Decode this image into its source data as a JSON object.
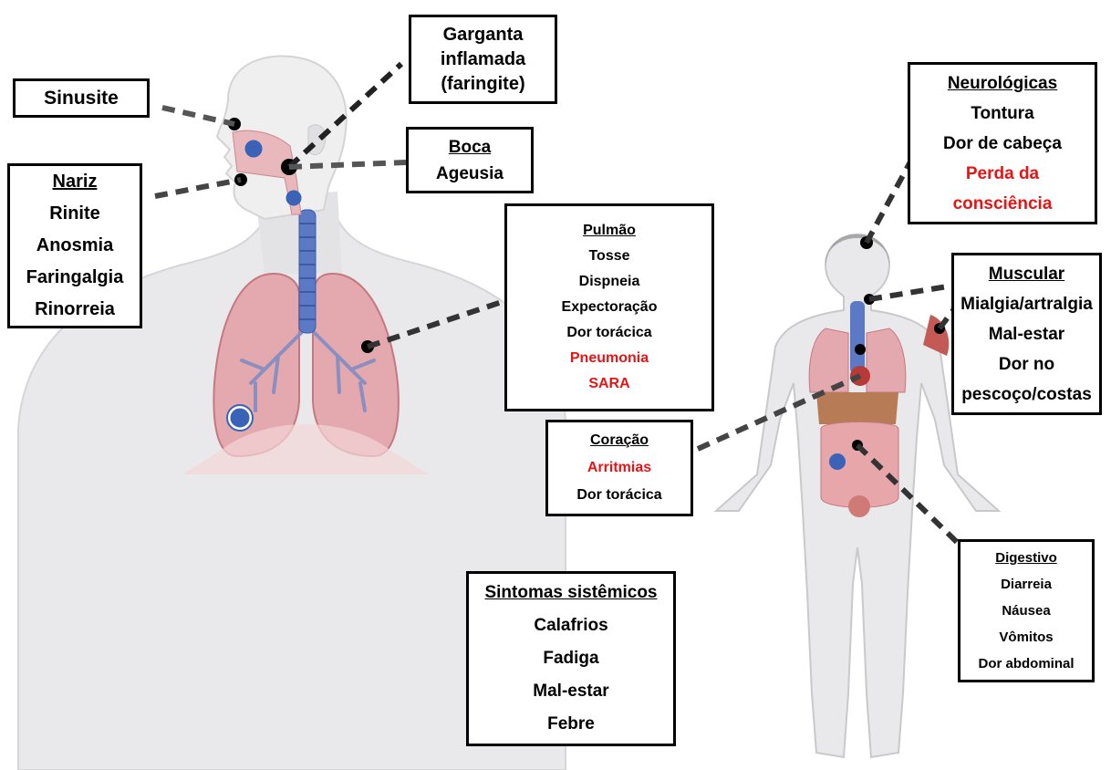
{
  "colors": {
    "severe": "#e81414",
    "connector": "#222222",
    "organ": "#c77a80",
    "trachea": "#5b79c4",
    "virus": "#3a63b8",
    "skin": "#e8e8ea"
  },
  "boxes": {
    "sinusite": {
      "title": "Sinusite"
    },
    "garganta": {
      "lines": [
        "Garganta",
        "inflamada",
        "(faringite)"
      ]
    },
    "nariz": {
      "title": "Nariz",
      "items": [
        "Rinite",
        "Anosmia",
        "Faringalgia",
        "Rinorreia"
      ]
    },
    "boca": {
      "title": "Boca",
      "items": [
        "Ageusia"
      ]
    },
    "pulmao": {
      "title": "Pulmão",
      "items": [
        "Tosse",
        "Dispneia",
        "Expectoração",
        "Dor torácica"
      ],
      "severe": [
        "Pneumonia",
        "SARA"
      ]
    },
    "coracao": {
      "title": "Coração",
      "severe": [
        "Arritmias"
      ],
      "items": [
        "Dor torácica"
      ]
    },
    "sistemicos": {
      "title": "Sintomas sistêmicos",
      "items": [
        "Calafrios",
        "Fadiga",
        "Mal-estar",
        "Febre"
      ]
    },
    "neurologicas": {
      "title": "Neurológicas",
      "items": [
        "Tontura",
        "Dor de cabeça"
      ],
      "severe": [
        "Perda da",
        "consciência"
      ]
    },
    "muscular": {
      "title": "Muscular",
      "items": [
        "Mialgia/artralgia",
        "Mal-estar",
        "Dor no",
        "pescoço/costas"
      ]
    },
    "digestivo": {
      "title": "Digestivo",
      "items": [
        "Diarreia",
        "Náusea",
        "Vômitos",
        "Dor abdominal"
      ]
    }
  }
}
